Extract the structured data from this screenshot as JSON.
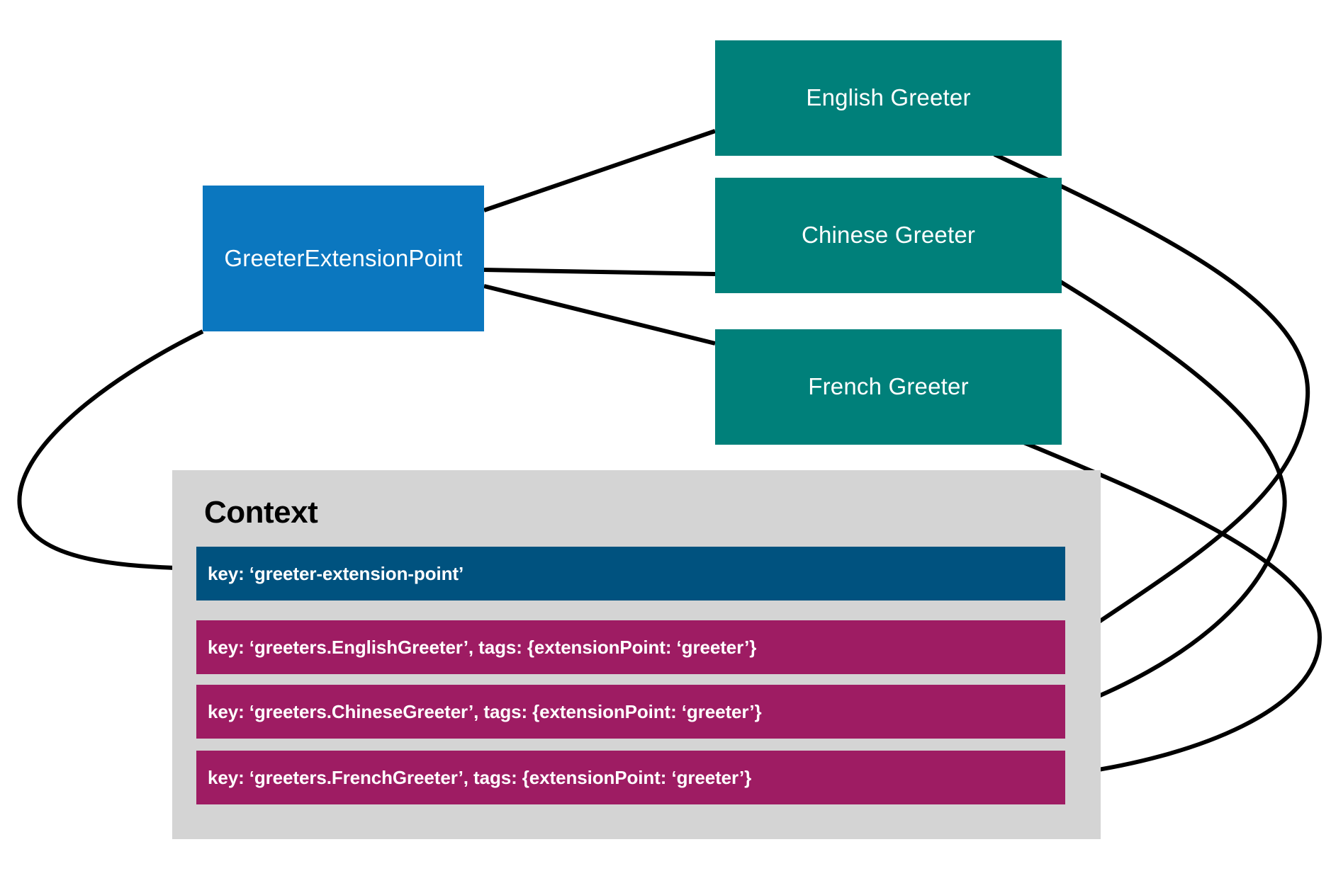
{
  "diagram": {
    "title_visible": false,
    "colors": {
      "extension_point": "#0b77bf",
      "implementation": "#00807a",
      "context_panel": "#d4d4d4",
      "context_key_extension_point": "#00527f",
      "context_key_contribution": "#9e1c63",
      "edge": "#000000",
      "background": "#ffffff"
    },
    "extension_point": {
      "label": "GreeterExtensionPoint"
    },
    "implementations": [
      {
        "label": "English Greeter"
      },
      {
        "label": "Chinese Greeter"
      },
      {
        "label": "French Greeter"
      }
    ],
    "context": {
      "title": "Context",
      "entries": [
        {
          "label": "key: ‘greeter-extension-point’",
          "kind": "extension-point"
        },
        {
          "label": "key: ‘greeters.EnglishGreeter’, tags: {extensionPoint: ‘greeter’}",
          "kind": "contribution"
        },
        {
          "label": "key: ‘greeters.ChineseGreeter’, tags: {extensionPoint: ‘greeter’}",
          "kind": "contribution"
        },
        {
          "label": "key: ‘greeters.FrenchGreeter’, tags: {extensionPoint: ‘greeter’}",
          "kind": "contribution"
        }
      ]
    },
    "edges": [
      {
        "from": "GreeterExtensionPoint",
        "to": "English Greeter"
      },
      {
        "from": "GreeterExtensionPoint",
        "to": "Chinese Greeter"
      },
      {
        "from": "GreeterExtensionPoint",
        "to": "French Greeter"
      },
      {
        "from": "GreeterExtensionPoint",
        "to": "key: ‘greeter-extension-point’"
      },
      {
        "from": "English Greeter",
        "to": "key: ‘greeters.EnglishGreeter’, tags: {extensionPoint: ‘greeter’}"
      },
      {
        "from": "Chinese Greeter",
        "to": "key: ‘greeters.ChineseGreeter’, tags: {extensionPoint: ‘greeter’}"
      },
      {
        "from": "French Greeter",
        "to": "key: ‘greeters.FrenchGreeter’, tags: {extensionPoint: ‘greeter’}"
      }
    ]
  }
}
